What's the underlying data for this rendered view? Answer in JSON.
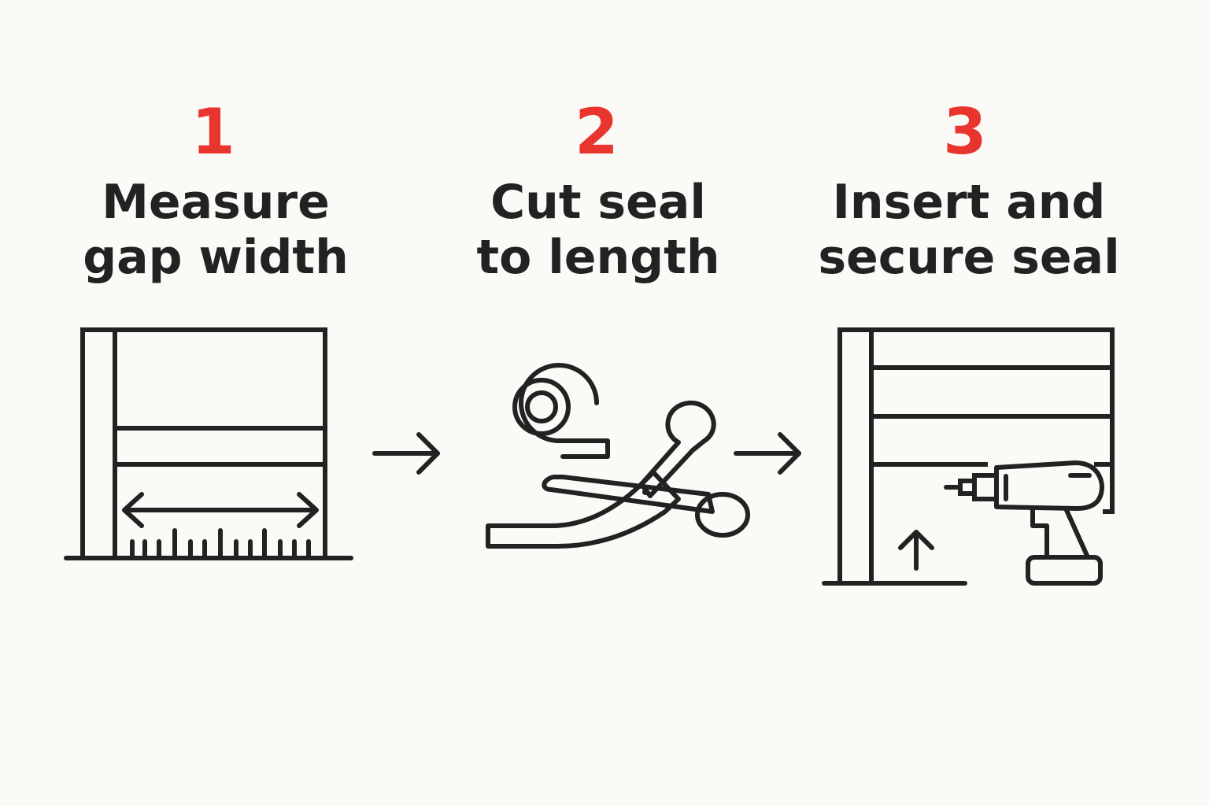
{
  "steps": [
    {
      "number": "1",
      "title_line1": "Measure",
      "title_line2": "gap width",
      "icon": "garage-door-measure-icon"
    },
    {
      "number": "2",
      "title_line1": "Cut seal",
      "title_line2": "to length",
      "icon": "seal-roll-scissors-icon"
    },
    {
      "number": "3",
      "title_line1": "Insert and",
      "title_line2": "secure seal",
      "icon": "garage-door-drill-icon"
    }
  ],
  "connectors": [
    "arrow-right-icon",
    "arrow-right-icon"
  ],
  "colors": {
    "background": "#fbfaf6",
    "accent": "#e8352e",
    "ink": "#222222"
  }
}
